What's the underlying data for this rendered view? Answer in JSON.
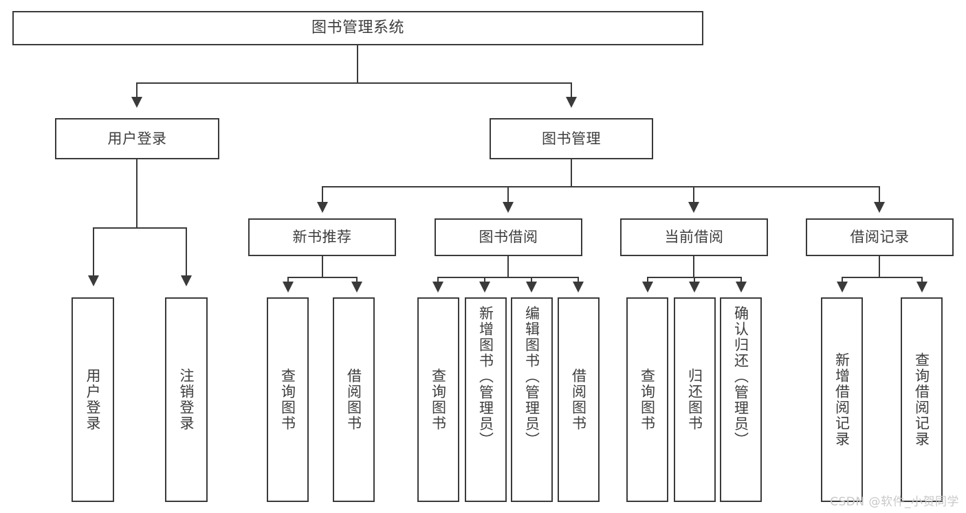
{
  "diagram": {
    "type": "tree",
    "title": "图书管理系统",
    "orientation": "top-down",
    "background_color": "#ffffff",
    "box_border_color": "#3a3a3a",
    "text_color": "#3d3d3d",
    "nodes": {
      "root": {
        "label": "图书管理系统"
      },
      "level2": [
        {
          "id": "user-login",
          "label": "用户登录"
        },
        {
          "id": "book-manage",
          "label": "图书管理"
        }
      ],
      "level3": [
        {
          "id": "new-book-recommend",
          "label": "新书推荐"
        },
        {
          "id": "book-borrow",
          "label": "图书借阅"
        },
        {
          "id": "current-borrow",
          "label": "当前借阅"
        },
        {
          "id": "borrow-record",
          "label": "借阅记录"
        }
      ],
      "leaves": {
        "user-login": [
          {
            "id": "leaf-user-login",
            "label": "用户登录"
          },
          {
            "id": "leaf-logout",
            "label": "注销登录"
          }
        ],
        "new-book-recommend": [
          {
            "id": "leaf-query-book-1",
            "label": "查询图书"
          },
          {
            "id": "leaf-borrow-book-1",
            "label": "借阅图书"
          }
        ],
        "book-borrow": [
          {
            "id": "leaf-query-book-2",
            "label": "查询图书"
          },
          {
            "id": "leaf-add-book",
            "label": "新增图书（管理员）"
          },
          {
            "id": "leaf-edit-book",
            "label": "编辑图书（管理员）"
          },
          {
            "id": "leaf-borrow-book-2",
            "label": "借阅图书"
          }
        ],
        "current-borrow": [
          {
            "id": "leaf-query-book-3",
            "label": "查询图书"
          },
          {
            "id": "leaf-return-book",
            "label": "归还图书"
          },
          {
            "id": "leaf-confirm-return",
            "label": "确认归还（管理员）"
          }
        ],
        "borrow-record": [
          {
            "id": "leaf-add-record",
            "label": "新增借阅记录"
          },
          {
            "id": "leaf-query-record",
            "label": "查询借阅记录"
          }
        ]
      }
    }
  },
  "watermark": {
    "text": "CSDN @软件_小贺同学"
  }
}
